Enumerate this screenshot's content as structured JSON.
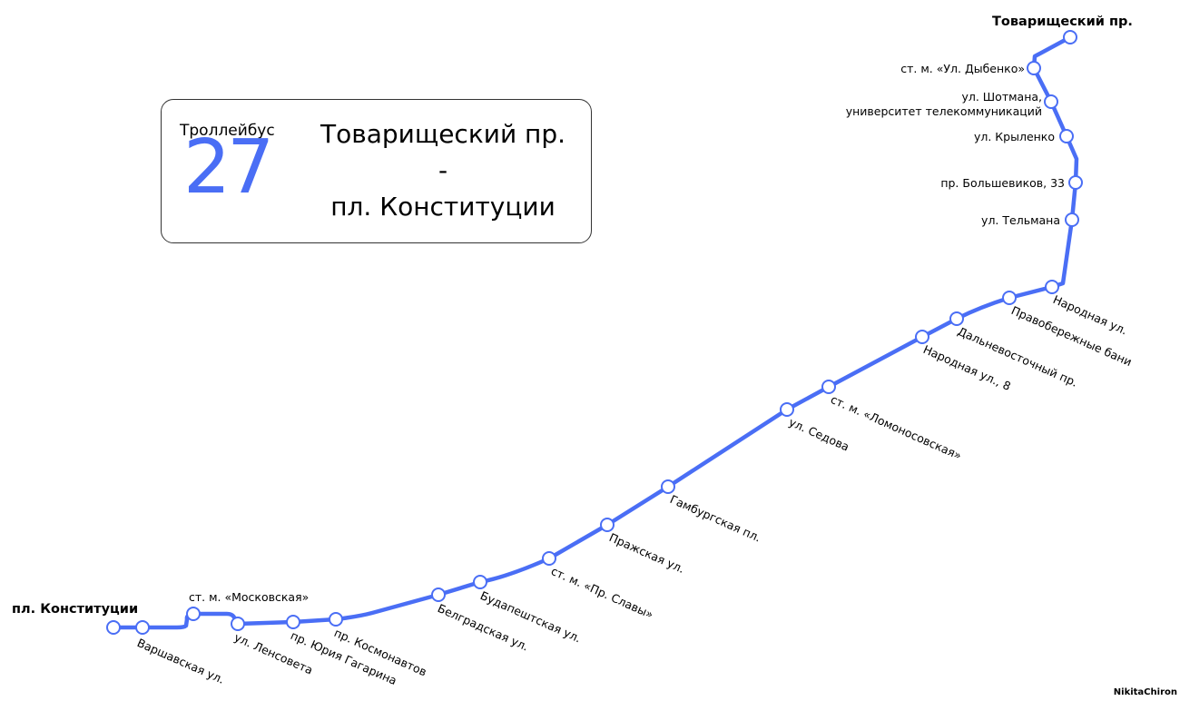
{
  "title": {
    "vehicle_type": "Троллейбус",
    "route_number": "27",
    "from": "Товарищеский пр.",
    "separator": "-",
    "to": "пл. Конституции"
  },
  "line_color": "#4a6ef5",
  "terminals": {
    "north": "Товарищеский пр.",
    "south": "пл. Конституции"
  },
  "stops": [
    {
      "name": "Товарищеский пр."
    },
    {
      "name": "ст. м. «Ул. Дыбенко»"
    },
    {
      "name": "ул. Шотмана,",
      "name2": "университет телекоммуникаций"
    },
    {
      "name": "ул. Крыленко"
    },
    {
      "name": "пр. Большевиков, 33"
    },
    {
      "name": "ул. Тельмана"
    },
    {
      "name": "Народная ул."
    },
    {
      "name": "Правобережные бани"
    },
    {
      "name": "Дальневосточный пр."
    },
    {
      "name": "Народная ул., 8"
    },
    {
      "name": "ст. м. «Ломоносовская»"
    },
    {
      "name": "ул. Седова"
    },
    {
      "name": "Гамбургская пл."
    },
    {
      "name": "Пражская ул."
    },
    {
      "name": "ст. м. «Пр. Славы»"
    },
    {
      "name": "Будапештская ул."
    },
    {
      "name": "Белградская ул."
    },
    {
      "name": "пр. Космонавтов"
    },
    {
      "name": "пр. Юрия Гагарина"
    },
    {
      "name": "ул. Ленсовета"
    },
    {
      "name": "ст. м. «Московская»"
    },
    {
      "name": "Варшавская ул."
    },
    {
      "name": "пл. Конституции"
    }
  ],
  "credit": "NikitaChiron"
}
